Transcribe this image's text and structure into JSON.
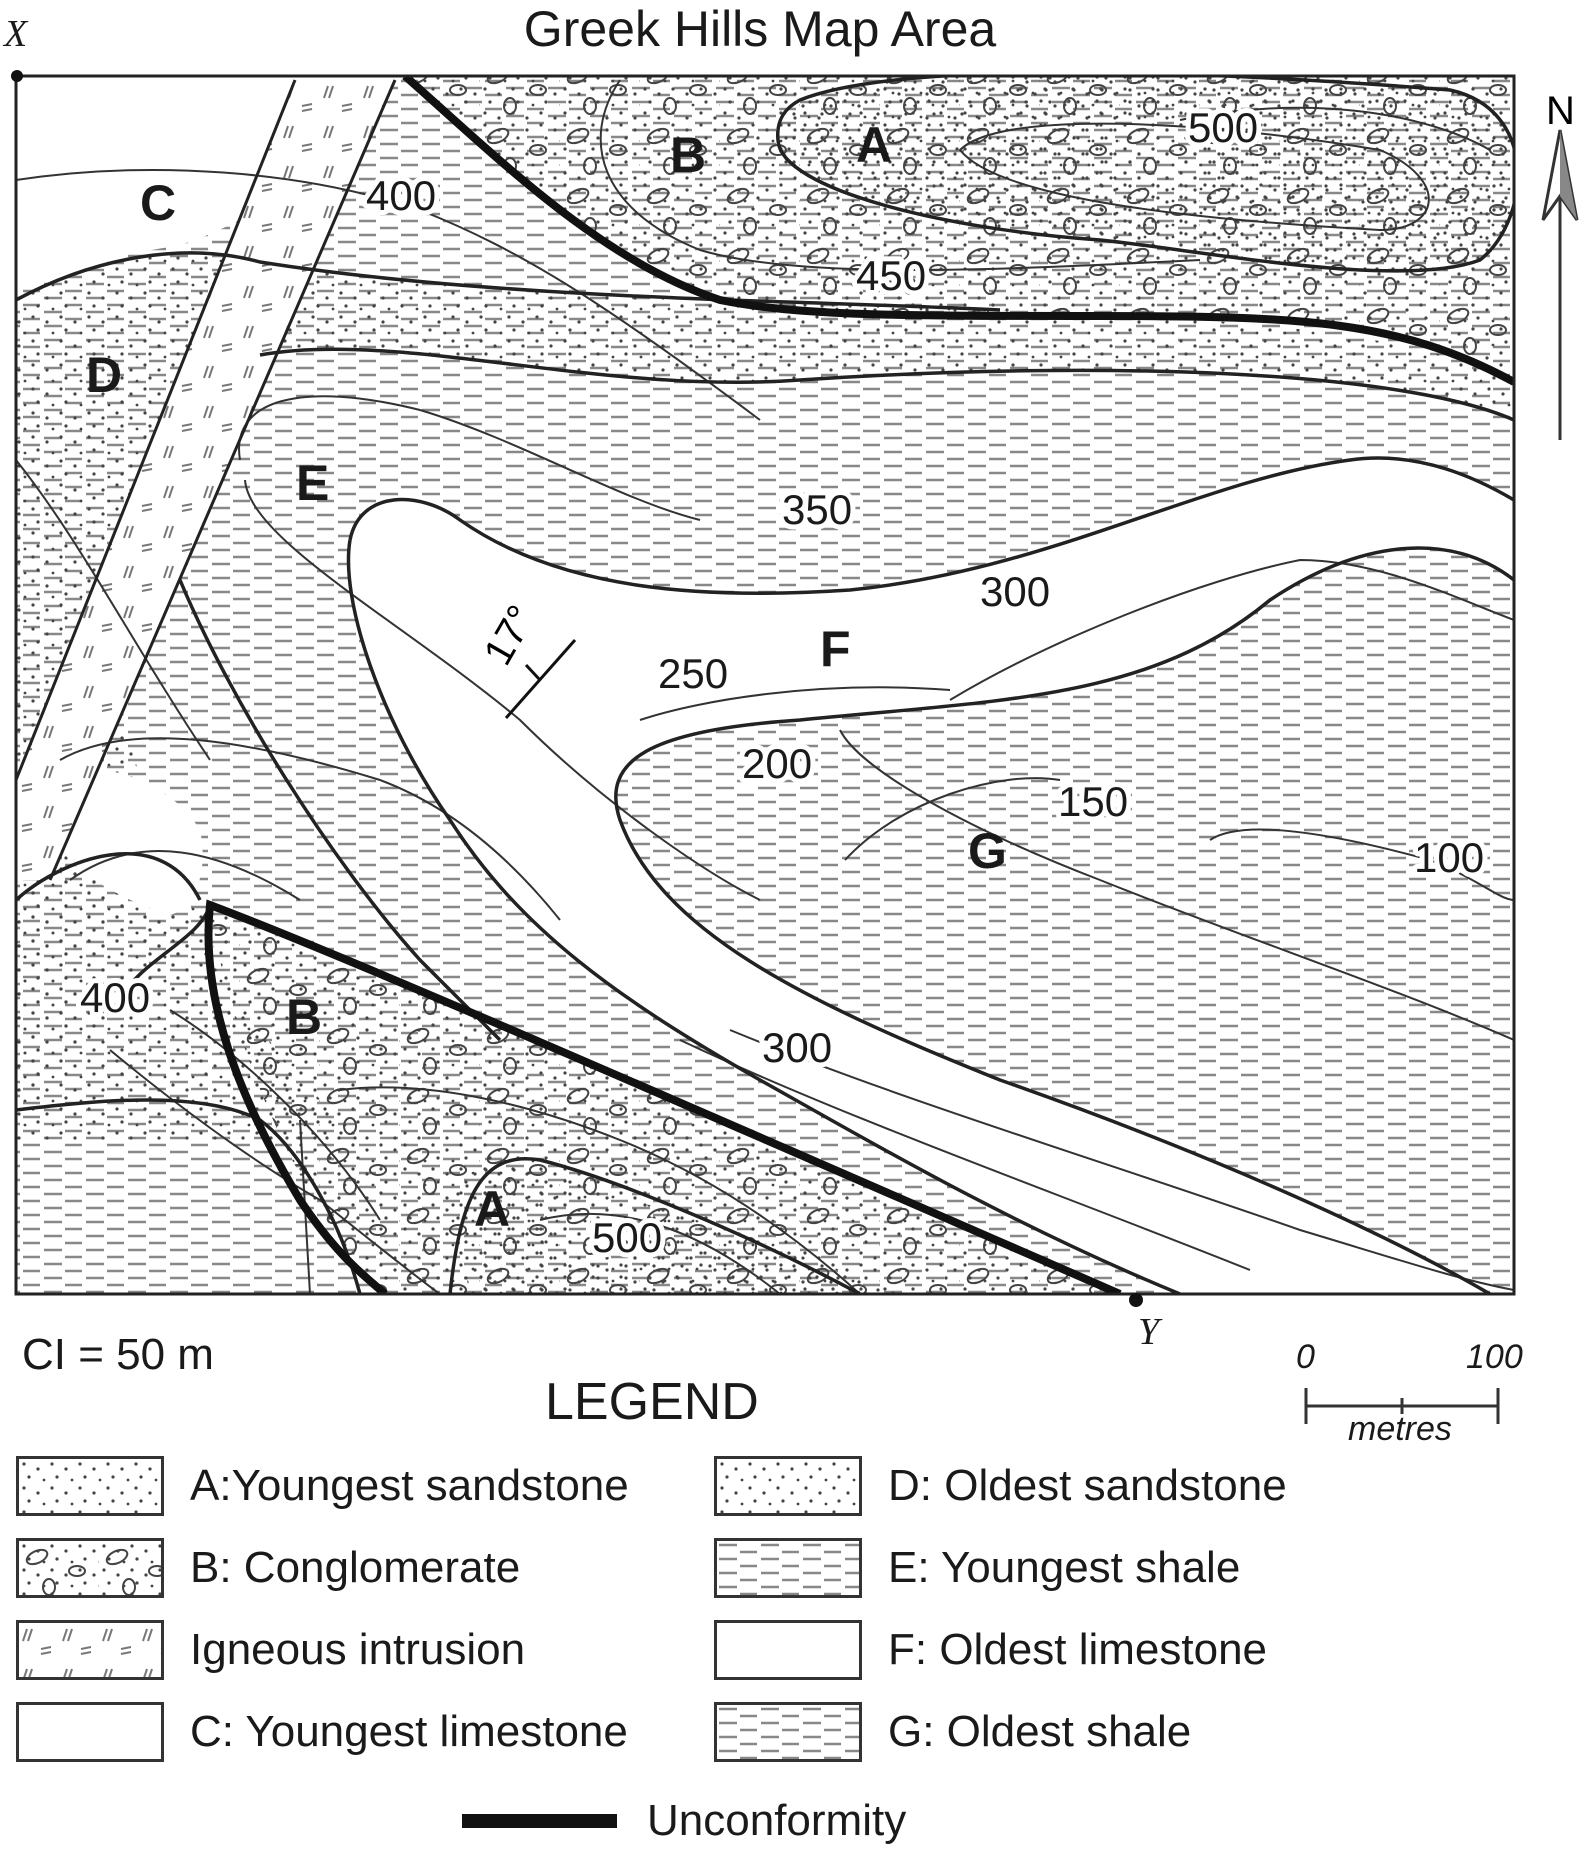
{
  "title": "Greek Hills Map Area",
  "points": {
    "x": "X",
    "y": "Y"
  },
  "north": "N",
  "units": {
    "a": "A",
    "b": "B",
    "c": "C",
    "d": "D",
    "e": "E",
    "f": "F",
    "g": "G"
  },
  "contours": [
    "500",
    "450",
    "400",
    "350",
    "300",
    "250",
    "200",
    "150",
    "100",
    "400",
    "300",
    "500"
  ],
  "dip": "17°",
  "contour_interval": "CI = 50 m",
  "scale": {
    "start": "0",
    "end": "100",
    "unit": "metres"
  },
  "legend": {
    "title": "LEGEND",
    "items": [
      {
        "label": "A:Youngest sandstone",
        "pattern": "dots"
      },
      {
        "label": "B: Conglomerate",
        "pattern": "ovals"
      },
      {
        "label": "Igneous intrusion",
        "pattern": "dashes-diag"
      },
      {
        "label": "C: Youngest limestone",
        "pattern": "plain"
      },
      {
        "label": "D: Oldest sandstone",
        "pattern": "dots"
      },
      {
        "label": "E: Youngest shale",
        "pattern": "dashes"
      },
      {
        "label": "F: Oldest limestone",
        "pattern": "plain"
      },
      {
        "label": "G: Oldest shale",
        "pattern": "dashes"
      }
    ],
    "unconformity": "Unconformity"
  }
}
